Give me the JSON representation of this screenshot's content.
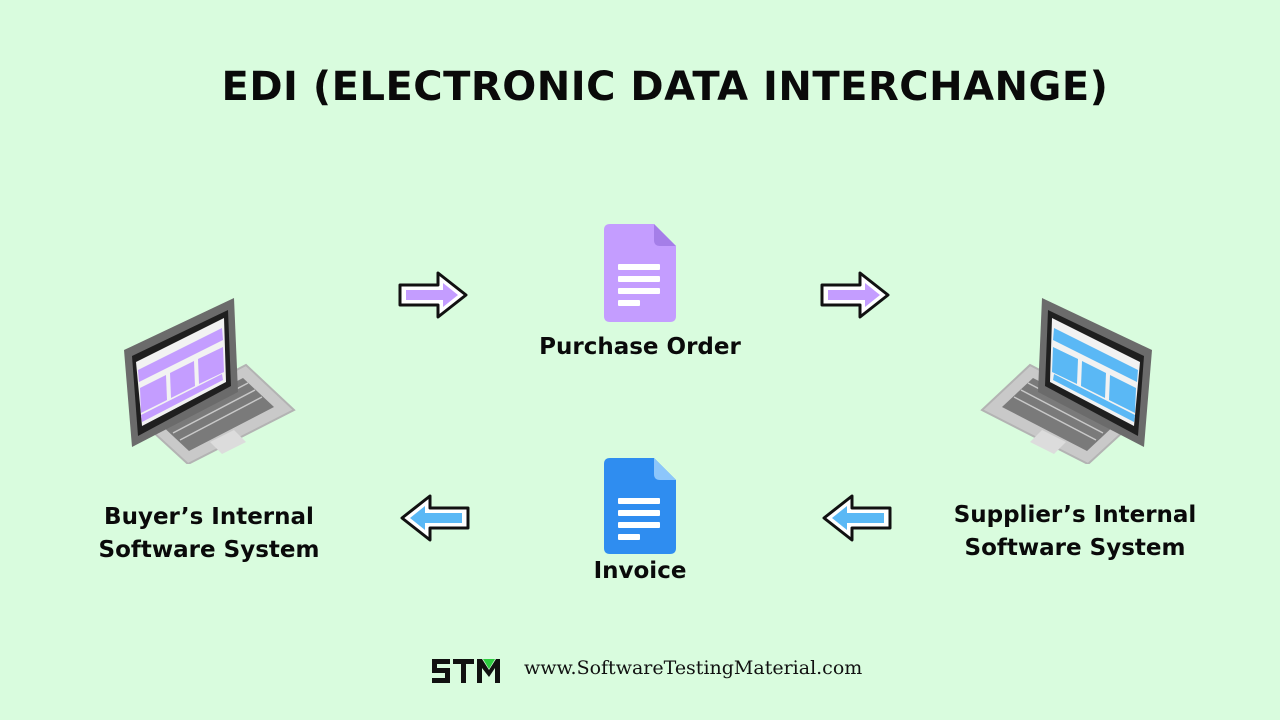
{
  "title": "EDI (ELECTRONIC DATA INTERCHANGE)",
  "buyer": {
    "line1": "Buyer’s Internal",
    "line2": "Software System",
    "icon": "laptop-icon",
    "screen_color": "#c49dff"
  },
  "supplier": {
    "line1": "Supplier’s Internal",
    "line2": "Software System",
    "icon": "laptop-icon",
    "screen_color": "#5ab8f5"
  },
  "purchase_order": {
    "label": "Purchase Order",
    "icon": "document-icon",
    "color": "#c49dff"
  },
  "invoice": {
    "label": "Invoice",
    "icon": "document-icon",
    "color": "#2f8df0"
  },
  "arrows": {
    "top_color": "#c49dff",
    "bottom_color": "#5ab8f5"
  },
  "footer": {
    "logo_text": "STM",
    "website": "www.SoftwareTestingMaterial.com"
  },
  "colors": {
    "background": "#d9fcde"
  }
}
